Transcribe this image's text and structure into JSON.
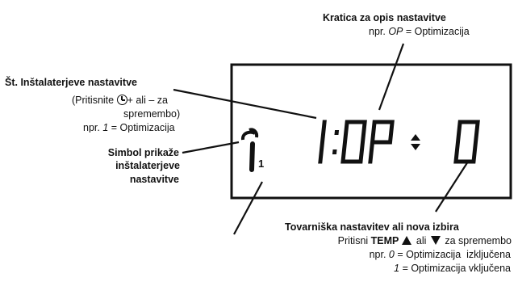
{
  "top_callout": {
    "title": "Kratica za opis nastavitve",
    "example_prefix": "npr. ",
    "example_code": "OP",
    "example_rest": " = Optimizacija"
  },
  "left_callout": {
    "title": "Št. Inštalaterjeve nastavitve",
    "line1_before": "(Pritisnite ",
    "line1_after": "+ ali – za",
    "line2": "spremembo)",
    "example_prefix": "npr. ",
    "example_code": "1",
    "example_rest": " = Optimizacija"
  },
  "symbol_callout": {
    "line1": "Simbol prikaže",
    "line2": "inštalaterjeve",
    "line3": "nastavitve"
  },
  "bottom_callout": {
    "title": "Tovarniška nastavitev ali nova izbira",
    "press_before": "Pritisni ",
    "press_key": "TEMP",
    "press_mid": " ali ",
    "press_after": " za spremembo",
    "example1_prefix": "npr. ",
    "example1_code": "0",
    "example1_rest": " = Optimizacija  izključena",
    "example2_code": "1",
    "example2_rest": " = Optimizacija vključena"
  },
  "display": {
    "setting_number": "1",
    "setting_code": "OP",
    "value": "0",
    "subscript": "1",
    "arrow_symbol": "⇕"
  },
  "icons": [
    "wrench-icon",
    "clock-icon",
    "up-triangle-icon",
    "down-triangle-icon",
    "up-down-arrow-icon"
  ]
}
